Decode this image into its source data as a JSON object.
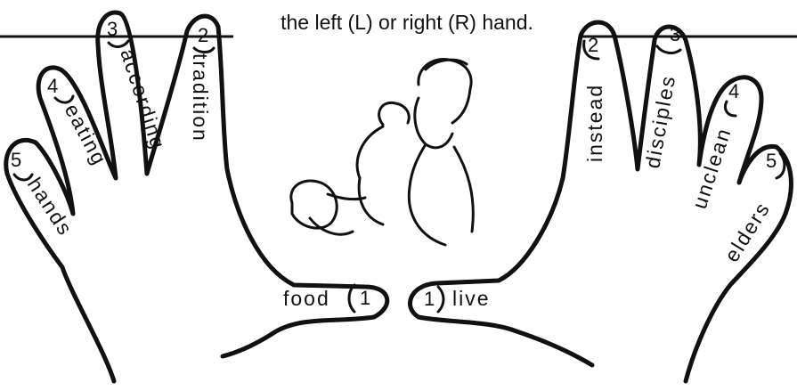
{
  "header": {
    "text": "the left (L) or right (R) hand."
  },
  "left_hand": {
    "fingers": [
      {
        "number": "1",
        "word": "food"
      },
      {
        "number": "2",
        "word": "tradition"
      },
      {
        "number": "3",
        "word": "according"
      },
      {
        "number": "4",
        "word": "eating"
      },
      {
        "number": "5",
        "word": "hands"
      }
    ]
  },
  "right_hand": {
    "fingers": [
      {
        "number": "1",
        "word": "live"
      },
      {
        "number": "2",
        "word": "instead"
      },
      {
        "number": "3",
        "word": "disciples"
      },
      {
        "number": "4",
        "word": "unclean"
      },
      {
        "number": "5",
        "word": "elders"
      }
    ]
  },
  "illustration": {
    "icon": "man-eating-bread-icon"
  }
}
